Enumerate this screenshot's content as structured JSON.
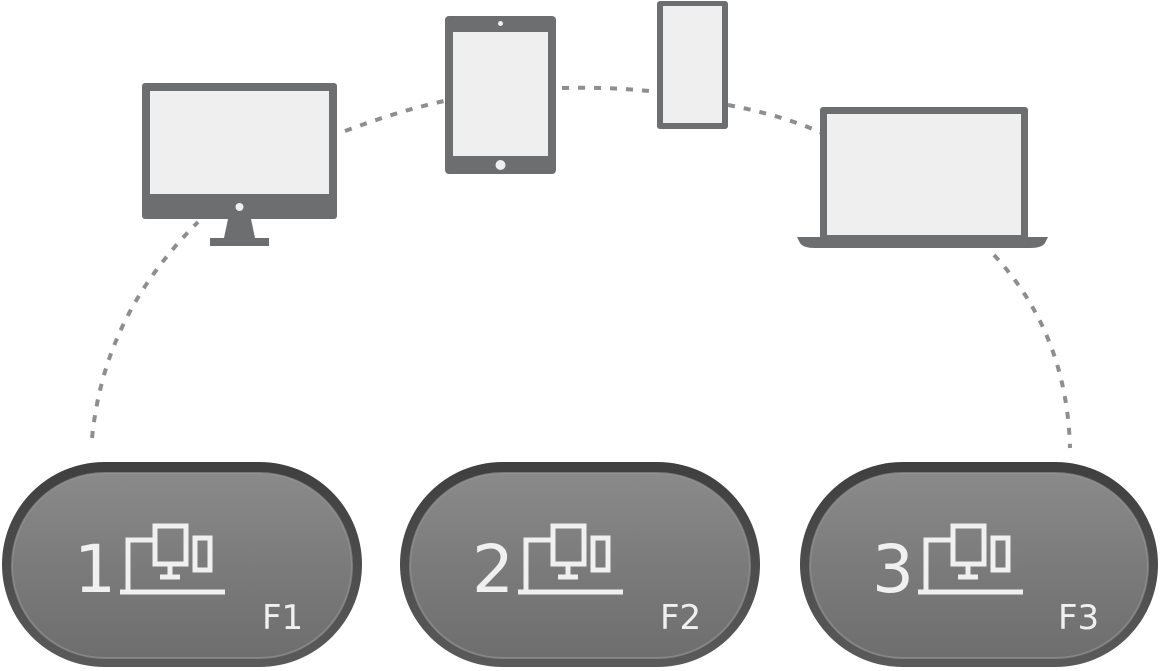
{
  "devices": [
    {
      "type": "desktop-monitor"
    },
    {
      "type": "tablet"
    },
    {
      "type": "phone"
    },
    {
      "type": "laptop"
    }
  ],
  "keys": [
    {
      "number": "1",
      "fn": "F1"
    },
    {
      "number": "2",
      "fn": "F2"
    },
    {
      "number": "3",
      "fn": "F3"
    }
  ],
  "colors": {
    "device_body": "#6c6e6f",
    "device_screen": "#efefef",
    "dotted_line": "#8e8e8e",
    "key_face": "#7a7a7a",
    "key_rim": "#4d4d4d",
    "key_text": "#f0f0f0"
  },
  "icons": {
    "key_device_icon": "multi-device-icon"
  }
}
